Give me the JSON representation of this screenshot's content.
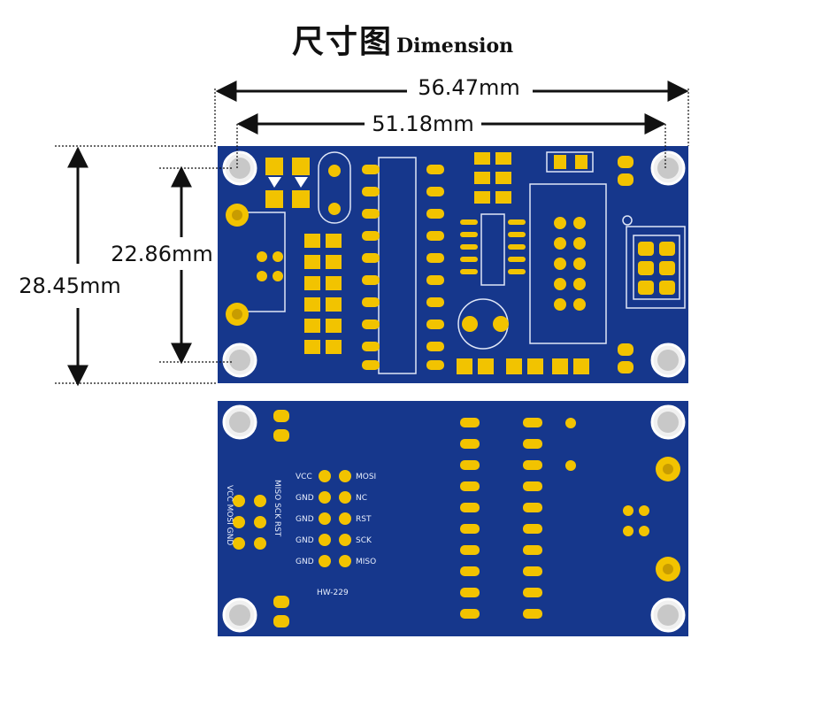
{
  "title": {
    "cn": "尺寸图",
    "en": "Dimension"
  },
  "dimensions": {
    "overall_width": "56.47mm",
    "hole_spacing_width": "51.18mm",
    "overall_height": "28.45mm",
    "hole_spacing_height": "22.86mm"
  },
  "board_back": {
    "header_left": [
      "VCC",
      "GND",
      "GND",
      "GND",
      "GND"
    ],
    "header_right": [
      "MOSI",
      "NC",
      "RST",
      "SCK",
      "MISO"
    ],
    "side_labels": [
      "VCC MOSI GND",
      "MISO SCK RST"
    ],
    "model": "HW-229"
  },
  "colors": {
    "pcb": "#16378c",
    "pad": "#f2c300",
    "hole": "#d8d8d8",
    "line": "#111111"
  }
}
